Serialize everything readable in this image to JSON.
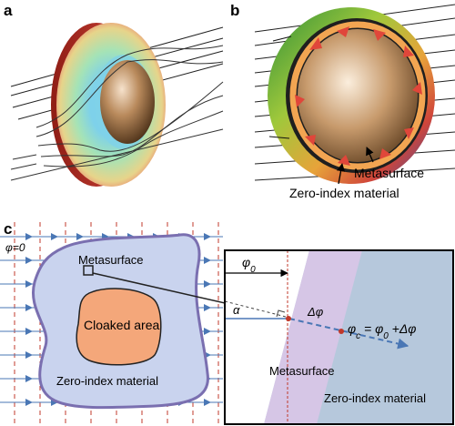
{
  "panels": {
    "a": {
      "letter": "a"
    },
    "b": {
      "letter": "b",
      "metasurface_label": "Metasurface",
      "zero_index_label": "Zero-index material"
    },
    "c": {
      "letter": "c",
      "phi_zero_label": "φ=0",
      "metasurface_label": "Metasurface",
      "cloaked_area_label": "Cloaked area",
      "zero_index_label": "Zero-index material"
    },
    "inset": {
      "phi0_label": "φ",
      "phi0_sub": "0",
      "alpha_label": "α",
      "delta_phi_label": "Δφ",
      "phic_main": "φ",
      "phic_sub": "c",
      "phic_eq": " = φ",
      "phic_sub2": "0",
      "phic_tail": " +Δφ",
      "metasurface_label": "Metasurface",
      "zero_index_label": "Zero-index material"
    }
  },
  "colors": {
    "zero_index_fill": "#c9d3ee",
    "cloak_fill": "#f4a77a",
    "metasurface_inset_fill": "#d6c6e6",
    "zero_index_inset_fill": "#b6c8dc",
    "wave_arrow": "#5b7fa8",
    "phase_lines": "#c0392b"
  }
}
